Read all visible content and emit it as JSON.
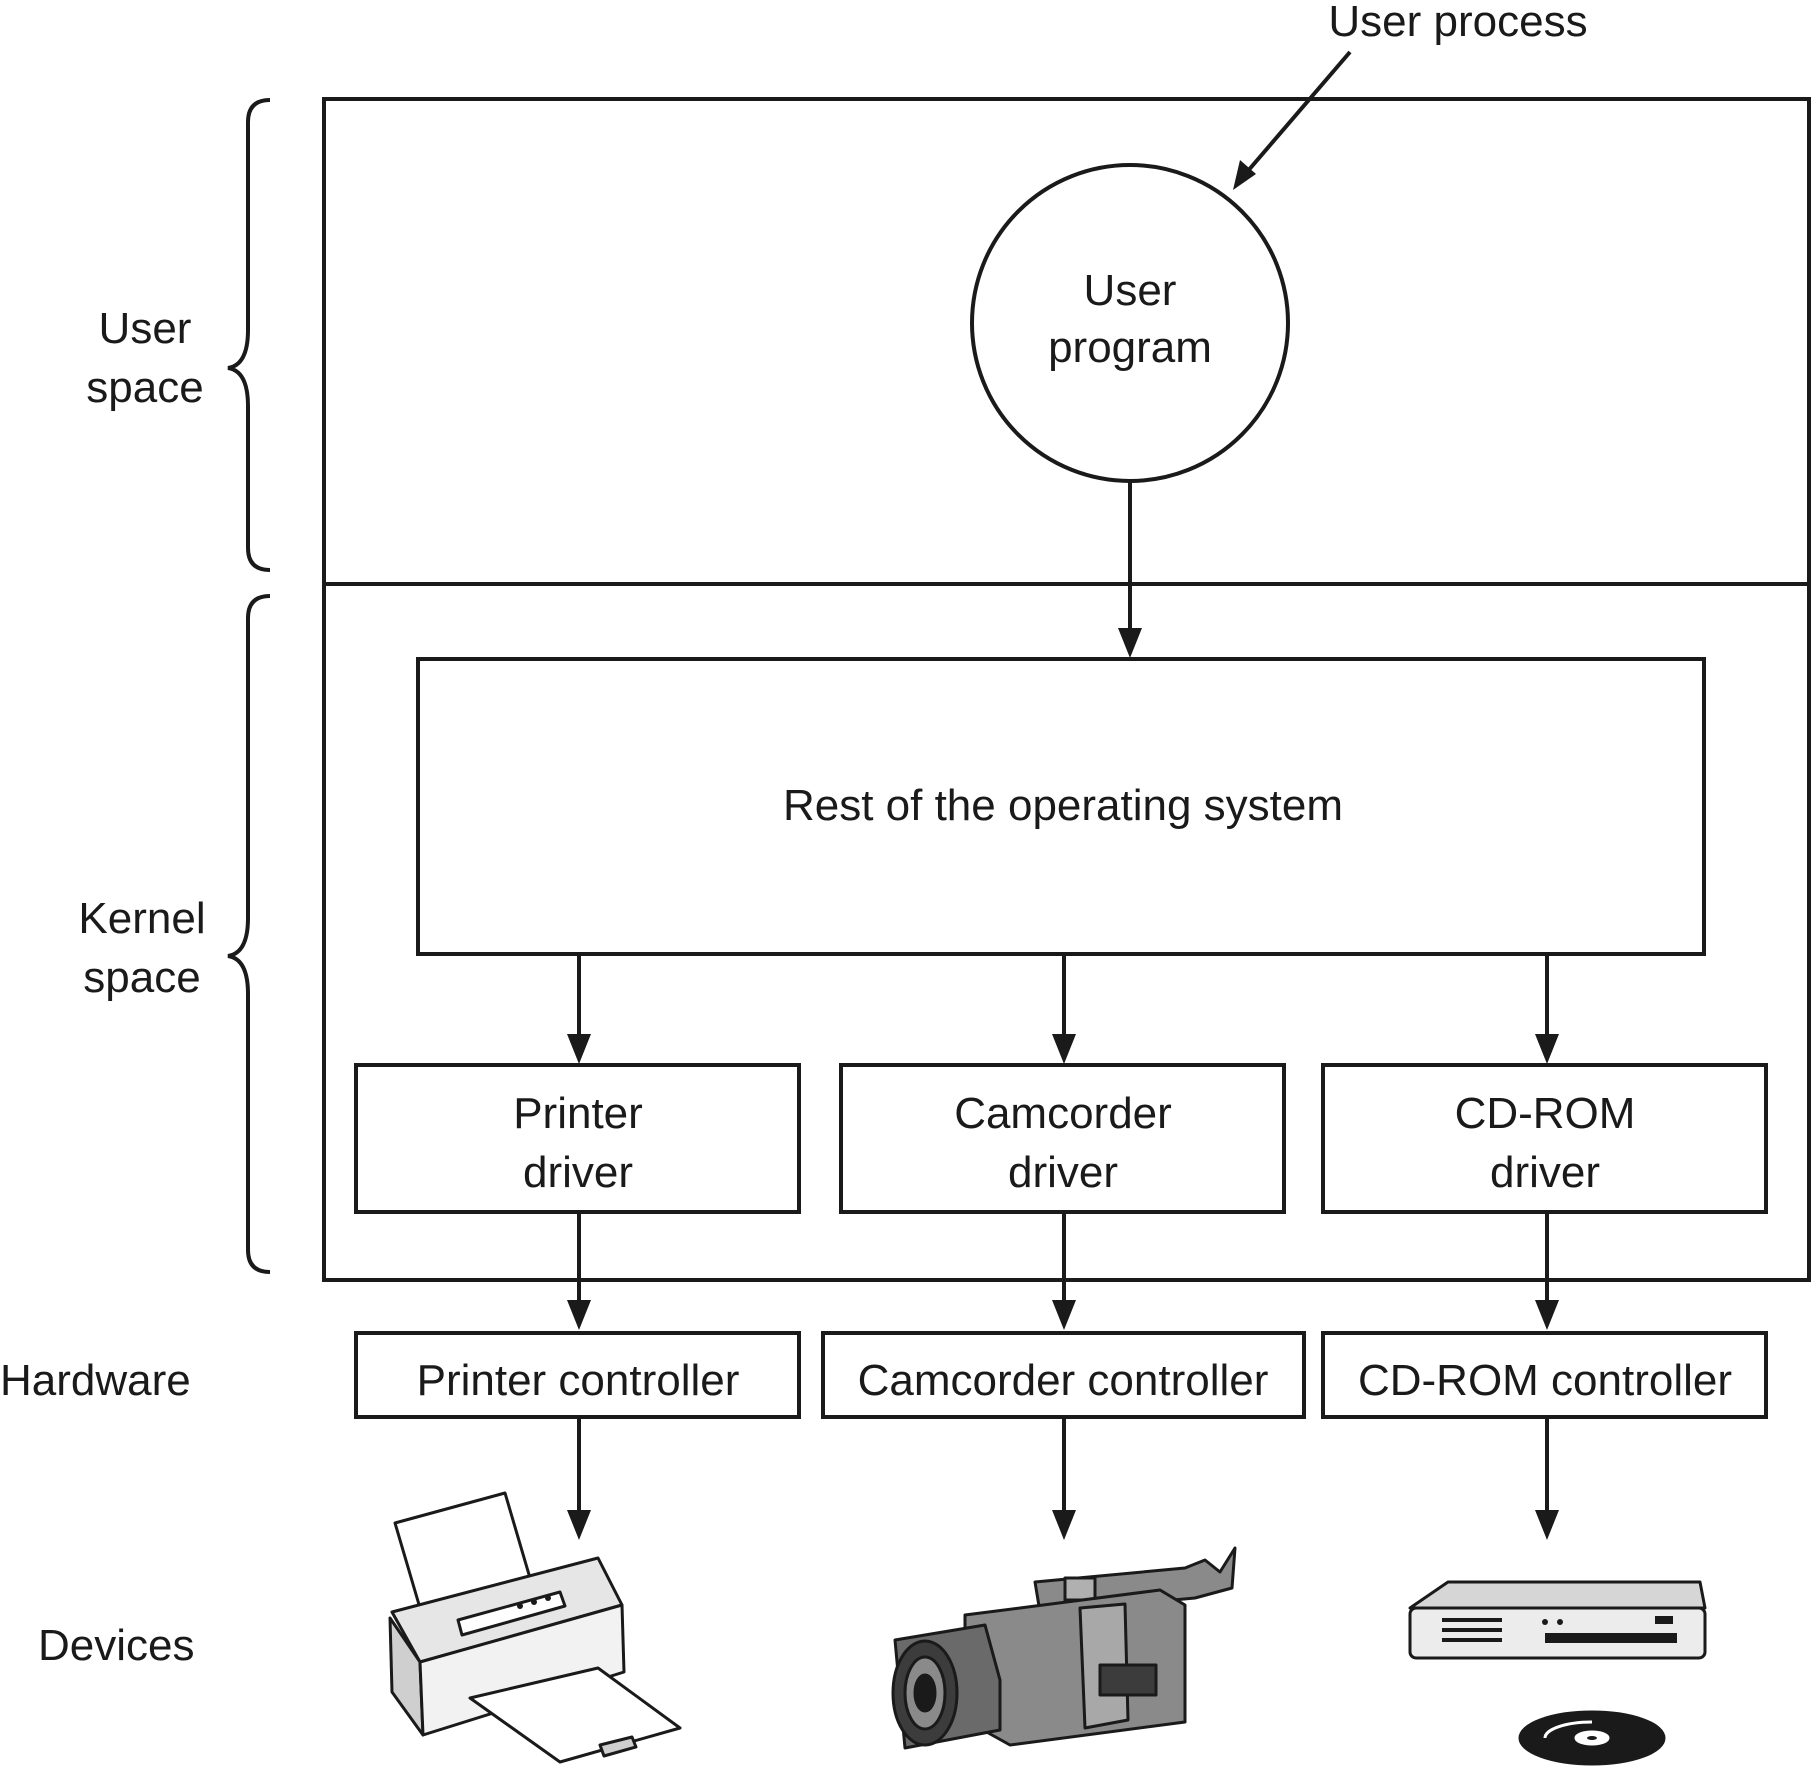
{
  "labels": {
    "user_process": "User process",
    "user_program_1": "User",
    "user_program_2": "program",
    "rest_of_os": "Rest of the operating system",
    "user_space_1": "User",
    "user_space_2": "space",
    "kernel_space_1": "Kernel",
    "kernel_space_2": "space",
    "hardware": "Hardware",
    "devices": "Devices"
  },
  "drivers": [
    {
      "line1": "Printer",
      "line2": "driver"
    },
    {
      "line1": "Camcorder",
      "line2": "driver"
    },
    {
      "line1": "CD-ROM",
      "line2": "driver"
    }
  ],
  "controllers": [
    "Printer controller",
    "Camcorder controller",
    "CD-ROM controller"
  ],
  "device_icons": [
    "printer-icon",
    "camcorder-icon",
    "cd-rom-drive-icon"
  ],
  "colors": {
    "ink": "#1a1a1a",
    "device_gray": "#8a8a8a",
    "device_dark": "#3c3c3c"
  }
}
